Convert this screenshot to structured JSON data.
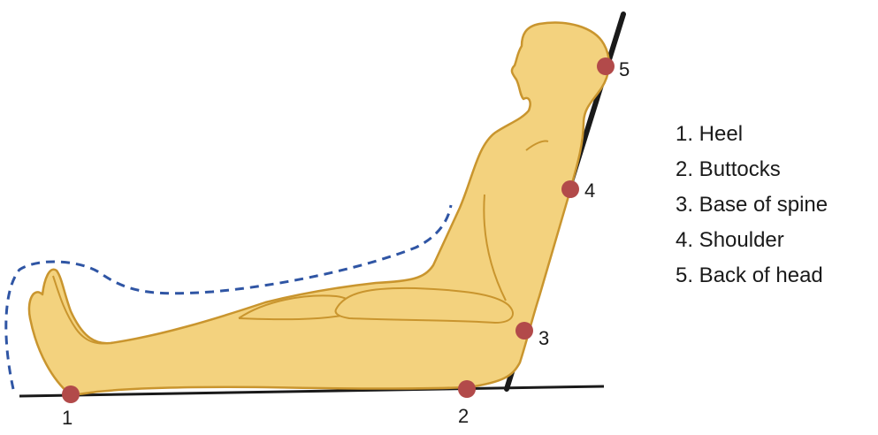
{
  "colors": {
    "body_fill": "#F3D27E",
    "body_outline": "#C9952E",
    "pressure_point": "#B24A4A",
    "dashed_outline": "#2F55A4",
    "lines": "#1a1a1a"
  },
  "points": [
    {
      "id": 1,
      "label": "1"
    },
    {
      "id": 2,
      "label": "2"
    },
    {
      "id": 3,
      "label": "3"
    },
    {
      "id": 4,
      "label": "4"
    },
    {
      "id": 5,
      "label": "5"
    }
  ],
  "legend": [
    {
      "text": "1. Heel"
    },
    {
      "text": "2. Buttocks"
    },
    {
      "text": "3. Base of spine"
    },
    {
      "text": "4. Shoulder"
    },
    {
      "text": "5. Back of head"
    }
  ]
}
